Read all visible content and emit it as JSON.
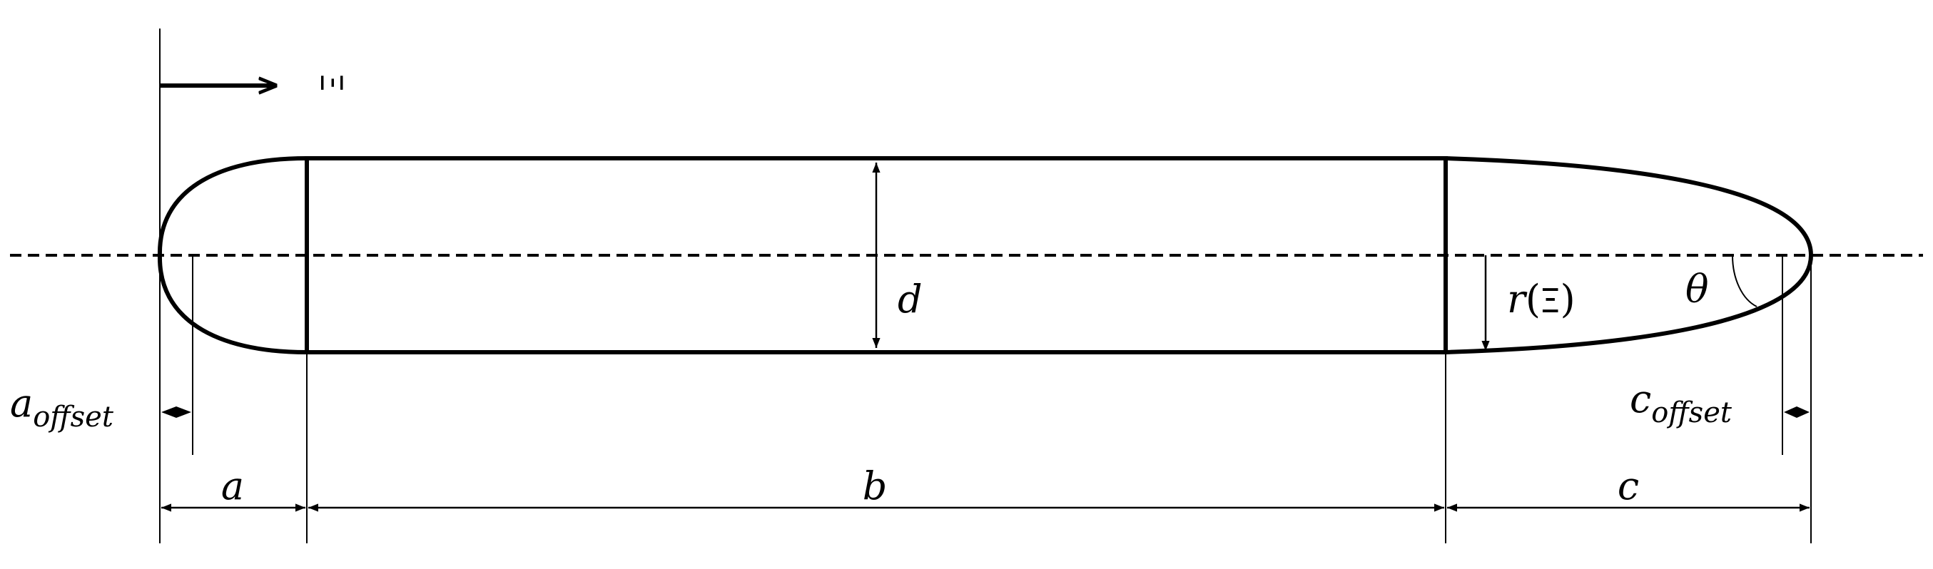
{
  "labels": {
    "flow_symbol": "Ξ",
    "diameter": "d",
    "radius_fn": "r",
    "radius_arg": "Ξ",
    "angle": "θ",
    "a_offset_base": "a",
    "a_offset_sub": "offset",
    "c_offset_base": "c",
    "c_offset_sub": "offset",
    "length_a": "a",
    "length_b": "b",
    "length_c": "c"
  },
  "colors": {
    "stroke": "#000000",
    "background": "#ffffff"
  }
}
